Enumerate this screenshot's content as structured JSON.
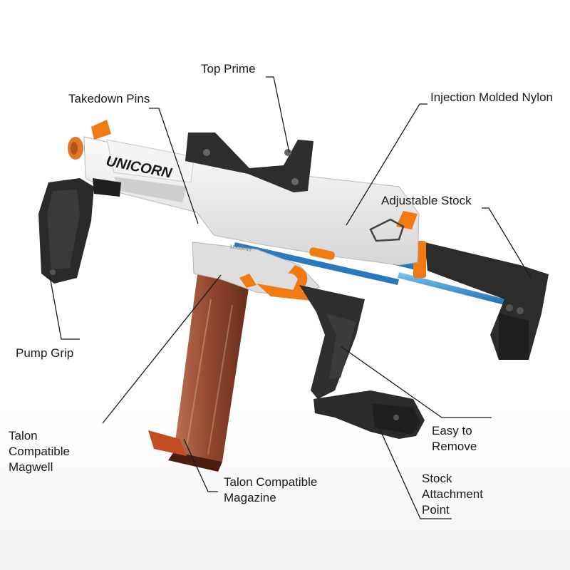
{
  "product": {
    "brand_mark": "UNICORN",
    "rail_marking": "12x38mm",
    "colors": {
      "body": "#e9e9e9",
      "accent": "#f07b12",
      "rod": "#2f8fd6",
      "magazine": "#8a3b22",
      "grip": "#2b2b2b"
    }
  },
  "callouts": {
    "top_prime": "Top Prime",
    "takedown_pins": "Takedown Pins",
    "injection_molded_nylon": "Injection Molded Nylon",
    "adjustable_stock": "Adjustable Stock",
    "pump_grip": "Pump Grip",
    "talon_compatible_magwell": "Talon\nCompatible\nMagwell",
    "easy_to_remove": "Easy to\nRemove",
    "talon_compatible_magazine": "Talon Compatible\nMagazine",
    "stock_attachment_point": "Stock\nAttachment\nPoint"
  }
}
